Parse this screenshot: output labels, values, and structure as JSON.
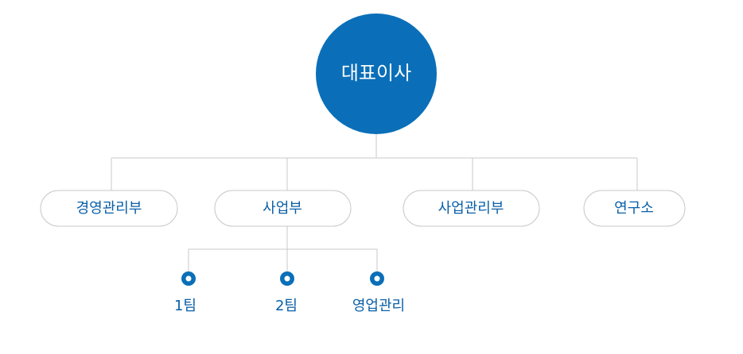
{
  "org_chart": {
    "root": {
      "label": "대표이사"
    },
    "departments": [
      {
        "label": "경영관리부"
      },
      {
        "label": "사업부"
      },
      {
        "label": "사업관리부"
      },
      {
        "label": "연구소"
      }
    ],
    "teams": [
      {
        "label": "1팀"
      },
      {
        "label": "2팀"
      },
      {
        "label": "영업관리"
      }
    ]
  },
  "colors": {
    "primary": "#0a6fb8",
    "text_blue": "#0a5fa8",
    "connector": "#c8c8c8"
  }
}
